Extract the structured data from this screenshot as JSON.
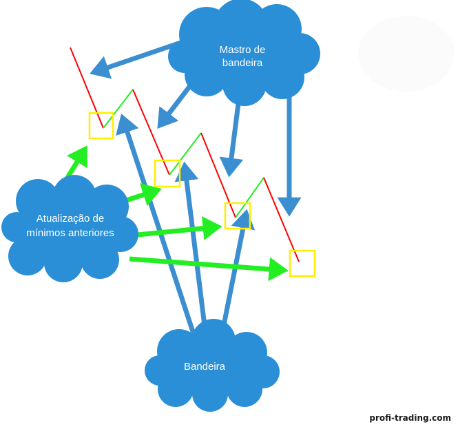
{
  "clouds": {
    "mastro": {
      "line1": "Mastro de",
      "line2": "bandeira"
    },
    "atualizacao": {
      "line1": "Atualização de",
      "line2": "mínimos anteriores"
    },
    "bandeira": {
      "line1": "Bandeira"
    }
  },
  "watermark": "profi-trading.com",
  "colors": {
    "cloud": "#2a8fd6",
    "arrow_blue": "#3b8fd0",
    "arrow_green": "#22ee22",
    "down_leg": "#ff0000",
    "up_leg": "#22ee22",
    "box": "#ffee00"
  }
}
